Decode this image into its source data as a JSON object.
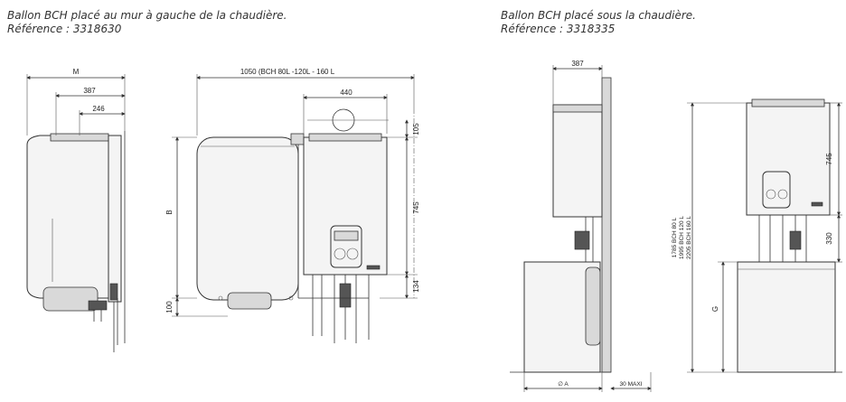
{
  "captions": {
    "left_line1": "Ballon BCH placé au mur à gauche de la chaudière.",
    "left_line2": "Référence : 3318630",
    "right_line1": "Ballon BCH placé sous la chaudière.",
    "right_line2": "Référence : 3318335"
  },
  "dimensions": {
    "m": "M",
    "d387_left": "387",
    "d246": "246",
    "d1050": "1050  (BCH 80L -120L - 160 L",
    "d440": "440",
    "d105": "105",
    "b": "B",
    "d745_left": "745",
    "d134": "134",
    "d100": "100",
    "d387_right": "387",
    "d745_right": "745",
    "d330": "330",
    "bch80": "1785 BCH 80 L",
    "bch120": "1995 BCH 120 L",
    "bch160": "2205 BCH 160 L",
    "g": "G",
    "phi_a": "∅ A",
    "maxi30": "30 MAXI"
  },
  "colors": {
    "line": "#333333",
    "fill_light": "#f4f4f4",
    "fill_shade": "#d9d9d9"
  }
}
